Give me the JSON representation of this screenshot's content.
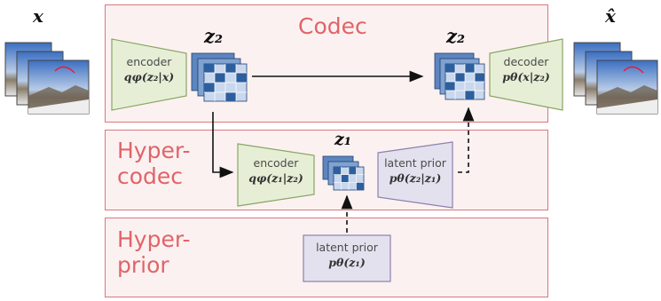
{
  "sections": {
    "codec": {
      "title": "Codec"
    },
    "hypercodec": {
      "title_line1": "Hyper-",
      "title_line2": "codec"
    },
    "hyperprior": {
      "title_line1": "Hyper-",
      "title_line2": "prior"
    }
  },
  "labels": {
    "input": "x",
    "output": "x̂",
    "z2_left": "z₂",
    "z2_right": "z₂",
    "z1": "z₁"
  },
  "blocks": {
    "encoder_main": {
      "line1": "encoder",
      "line2": "qφ(z₂|x)"
    },
    "decoder_main": {
      "line1": "decoder",
      "line2": "pθ(x|z₂)"
    },
    "encoder_hyper": {
      "line1": "encoder",
      "line2": "qφ(z₁|z₂)"
    },
    "latent_prior_hyper": {
      "line1": "latent prior",
      "line2": "pθ(z₂|z₁)"
    },
    "latent_prior_base": {
      "line1": "latent prior",
      "line2": "pθ(z₁)"
    }
  },
  "colors": {
    "section_border": "#d9787c",
    "section_fill": "#fcf1f1",
    "section_title": "#e06468",
    "encoder_fill": "#e6efd6",
    "encoder_border": "#8aa564",
    "prior_fill": "#e4e1ef",
    "prior_border": "#8a80ad",
    "latent_blue": "#2d5f9e"
  }
}
